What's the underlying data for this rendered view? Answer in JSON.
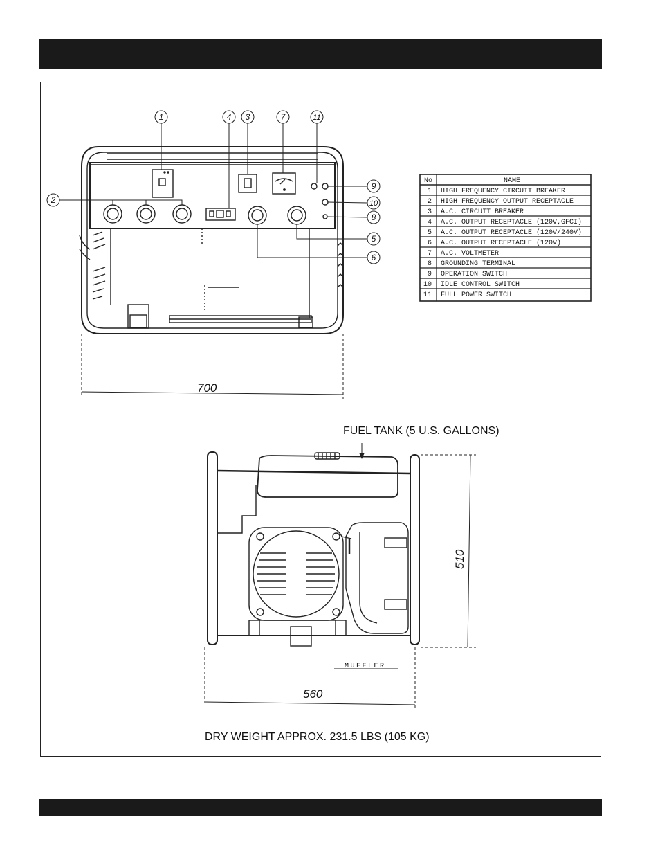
{
  "header_bar": "",
  "footer_bar": "",
  "parts_table": {
    "header_no": "No",
    "header_name": "NAME",
    "rows": [
      {
        "no": "1",
        "name": "HIGH FREQUENCY CIRCUIT BREAKER"
      },
      {
        "no": "2",
        "name": "HIGH FREQUENCY OUTPUT RECEPTACLE"
      },
      {
        "no": "3",
        "name": "A.C. CIRCUIT BREAKER"
      },
      {
        "no": "4",
        "name": "A.C. OUTPUT RECEPTACLE (120V,GFCI)"
      },
      {
        "no": "5",
        "name": "A.C. OUTPUT RECEPTACLE (120V/240V)"
      },
      {
        "no": "6",
        "name": "A.C. OUTPUT RECEPTACLE (120V)"
      },
      {
        "no": "7",
        "name": "A.C. VOLTMETER"
      },
      {
        "no": "8",
        "name": "GROUNDING TERMINAL"
      },
      {
        "no": "9",
        "name": "OPERATION SWITCH"
      },
      {
        "no": "10",
        "name": "IDLE CONTROL SWITCH"
      },
      {
        "no": "11",
        "name": "FULL POWER SWITCH"
      }
    ]
  },
  "callouts": {
    "c1": "1",
    "c2": "2",
    "c3": "3",
    "c4": "4",
    "c5": "5",
    "c6": "6",
    "c7": "7",
    "c8": "8",
    "c9": "9",
    "c10": "10",
    "c11": "11"
  },
  "dimensions": {
    "front_width": "700",
    "side_width": "560",
    "side_height": "510"
  },
  "labels": {
    "fuel_tank": "FUEL TANK (5 U.S. GALLONS)",
    "muffler": "MUFFLER",
    "dry_weight": "DRY WEIGHT APPROX. 231.5 LBS (105 KG)"
  }
}
